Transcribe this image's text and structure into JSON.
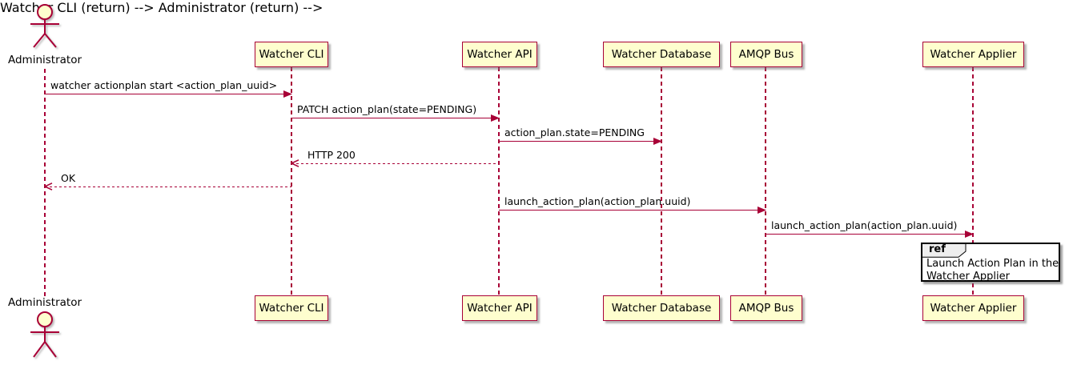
{
  "actor": {
    "name": "Administrator"
  },
  "participants": [
    {
      "id": "watcher-cli",
      "label": "Watcher CLI"
    },
    {
      "id": "watcher-api",
      "label": "Watcher API"
    },
    {
      "id": "watcher-database",
      "label": "Watcher Database"
    },
    {
      "id": "amqp-bus",
      "label": "AMQP Bus"
    },
    {
      "id": "watcher-applier",
      "label": "Watcher Applier"
    }
  ],
  "messages": [
    {
      "from": "Administrator",
      "to": "Watcher CLI",
      "label": "watcher actionplan start <action_plan_uuid>",
      "line": "solid"
    },
    {
      "from": "Watcher CLI",
      "to": "Watcher API",
      "label": "PATCH action_plan(state=PENDING)",
      "line": "solid"
    },
    {
      "from": "Watcher API",
      "to": "Watcher Database",
      "label": "action_plan.state=PENDING",
      "line": "solid"
    },
    {
      "from": "Watcher API",
      "to": "Watcher CLI",
      "label": "HTTP 200",
      "line": "dashed"
    },
    {
      "from": "Watcher CLI",
      "to": "Administrator",
      "label": "OK",
      "line": "dashed"
    },
    {
      "from": "Watcher API",
      "to": "AMQP Bus",
      "label": "launch_action_plan(action_plan.uuid)",
      "line": "solid"
    },
    {
      "from": "AMQP Bus",
      "to": "Watcher Applier",
      "label": "launch_action_plan(action_plan.uuid)",
      "line": "solid"
    }
  ],
  "ref_fragment": {
    "keyword": "ref",
    "lines": [
      "Launch Action Plan in the",
      "Watcher Applier"
    ]
  },
  "colors": {
    "participant_fill": "#FEFECE",
    "participant_border": "#A80036",
    "arrow_line": "#A80036",
    "text": "#000000",
    "ref_header_fill": "#EEEEEE",
    "ref_border": "#000000"
  }
}
